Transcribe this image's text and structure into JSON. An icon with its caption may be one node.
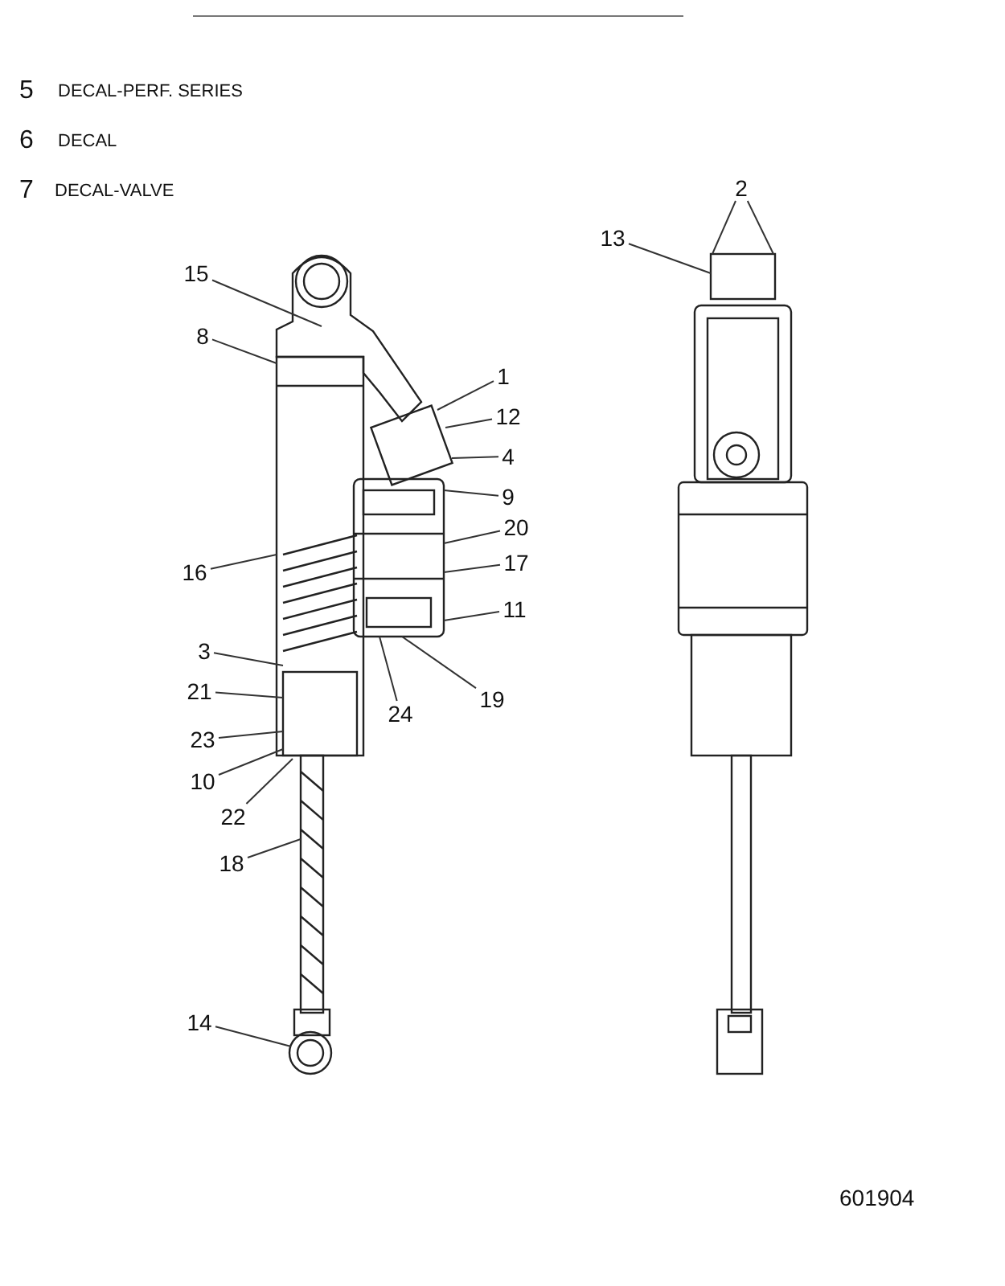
{
  "diagram": {
    "nodes": [
      {
        "text": [
          "15"
        ]
      },
      {
        "text": [
          "8"
        ]
      },
      {
        "text": [
          "1"
        ]
      },
      {
        "text": [
          "12"
        ]
      },
      {
        "text": [
          "4"
        ]
      },
      {
        "text": [
          "9"
        ]
      },
      {
        "text": [
          "20"
        ]
      },
      {
        "text": [
          "17"
        ]
      },
      {
        "text": [
          "11"
        ]
      },
      {
        "text": [
          "16"
        ]
      },
      {
        "text": [
          "3"
        ]
      },
      {
        "text": [
          "21"
        ]
      },
      {
        "text": [
          "24"
        ]
      },
      {
        "text": [
          "19"
        ]
      },
      {
        "text": [
          "23"
        ]
      },
      {
        "text": [
          "10"
        ]
      },
      {
        "text": [
          "22"
        ]
      },
      {
        "text": [
          "18"
        ]
      },
      {
        "text": [
          "14"
        ]
      },
      {
        "text": [
          "13"
        ]
      },
      {
        "text": [
          "2"
        ]
      },
      {
        "text": [],
        "shape": "picture"
      },
      {
        "text": [],
        "shape": "picture"
      },
      {
        "text": [],
        "shape": "picture"
      },
      {
        "text": [],
        "shape": "picture"
      }
    ],
    "edges": [
      {
        "from": 0,
        "to": 21,
        "arrow": "none"
      },
      {
        "from": 1,
        "to": 22,
        "arrow": "none"
      },
      {
        "from": 2,
        "to": 23,
        "arrow": "none"
      },
      {
        "from": 3,
        "to": 23,
        "arrow": "none"
      },
      {
        "from": 4,
        "to": 23,
        "arrow": "none"
      },
      {
        "from": 5,
        "to": 23,
        "arrow": "none"
      },
      {
        "from": 6,
        "to": 23,
        "arrow": "none"
      },
      {
        "from": 7,
        "to": 23,
        "arrow": "none"
      },
      {
        "from": 8,
        "to": 23,
        "arrow": "none"
      },
      {
        "from": 9,
        "to": 22,
        "arrow": "none"
      },
      {
        "from": 10,
        "to": 22,
        "arrow": "none"
      },
      {
        "from": 11,
        "to": 22,
        "arrow": "none"
      },
      {
        "from": 12,
        "to": 23,
        "arrow": "none"
      },
      {
        "from": 13,
        "to": 23,
        "arrow": "none"
      },
      {
        "from": 14,
        "to": 22,
        "arrow": "none"
      },
      {
        "from": 15,
        "to": 22,
        "arrow": "none"
      },
      {
        "from": 16,
        "to": 22,
        "arrow": "none"
      },
      {
        "from": 17,
        "to": 22,
        "arrow": "none"
      },
      {
        "from": 18,
        "to": 22,
        "arrow": "none"
      },
      {
        "from": 19,
        "to": 24,
        "arrow": "none"
      },
      {
        "from": 20,
        "to": 24,
        "arrow": "none"
      },
      {
        "from": 20,
        "to": 24,
        "arrow": "none"
      }
    ],
    "labels": [
      "5",
      "DECAL-PERF. SERIES",
      "6",
      "DECAL",
      "7",
      "DECAL-VALVE",
      "601904"
    ]
  }
}
